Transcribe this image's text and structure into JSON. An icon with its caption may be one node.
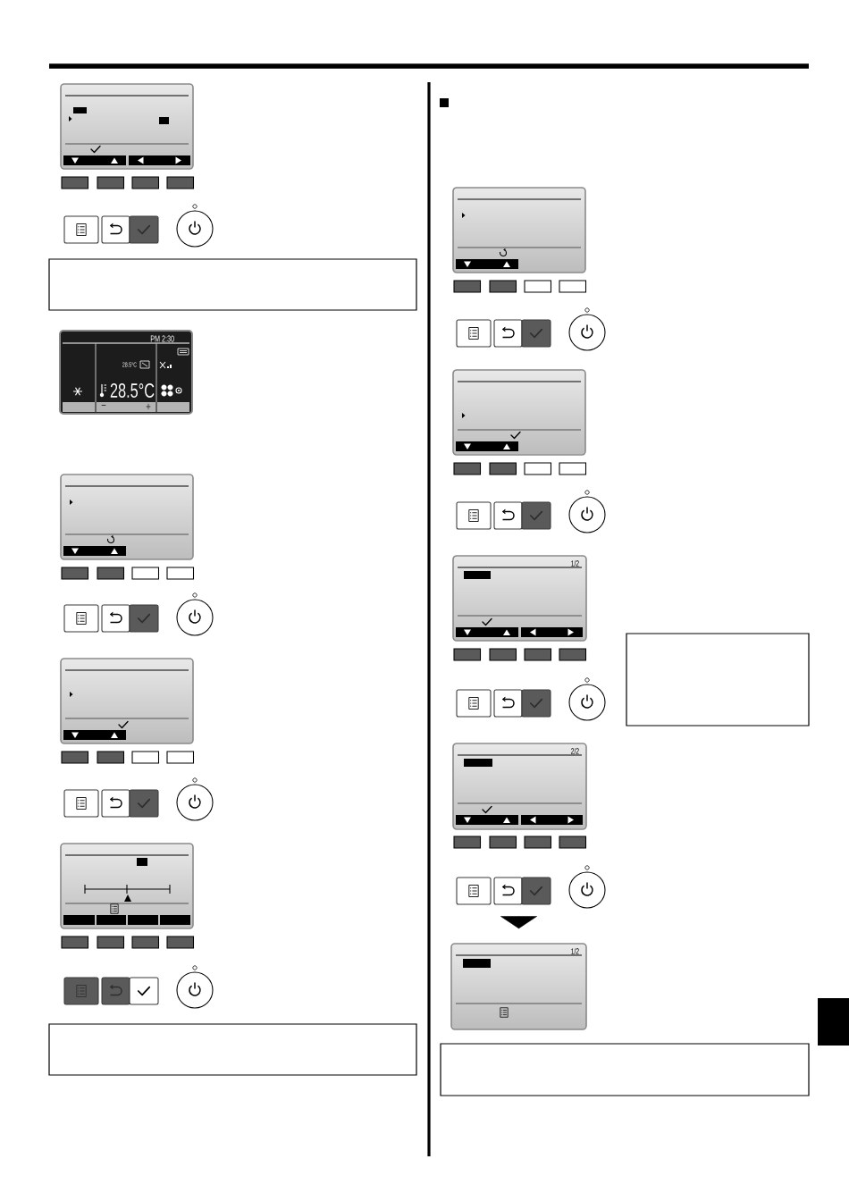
{
  "diagram": {
    "nodes": [
      {
        "text": [],
        "shape": "box"
      },
      {
        "text": [],
        "shape": "picture"
      },
      {
        "text": [
          "PM 2:30",
          "28.5°C",
          "28.5°C",
          "−",
          "+"
        ]
      },
      {
        "text": [],
        "shape": "box"
      },
      {
        "text": [],
        "shape": "picture"
      },
      {
        "text": [],
        "shape": "box"
      },
      {
        "text": [],
        "shape": "picture"
      },
      {
        "text": [],
        "shape": "box"
      },
      {
        "text": [],
        "shape": "picture"
      },
      {
        "text": [],
        "shape": "box"
      },
      {
        "text": [],
        "shape": "picture"
      },
      {
        "text": [],
        "shape": "box"
      },
      {
        "text": [],
        "shape": "picture"
      },
      {
        "text": [
          "1/2"
        ]
      },
      {
        "text": [],
        "shape": "picture"
      },
      {
        "text": [
          "2/2"
        ]
      },
      {
        "text": [],
        "shape": "picture"
      },
      {
        "text": [
          "1/2"
        ]
      }
    ],
    "edges": [
      {
        "from": 16,
        "to": 17,
        "arrow": "to"
      }
    ]
  }
}
